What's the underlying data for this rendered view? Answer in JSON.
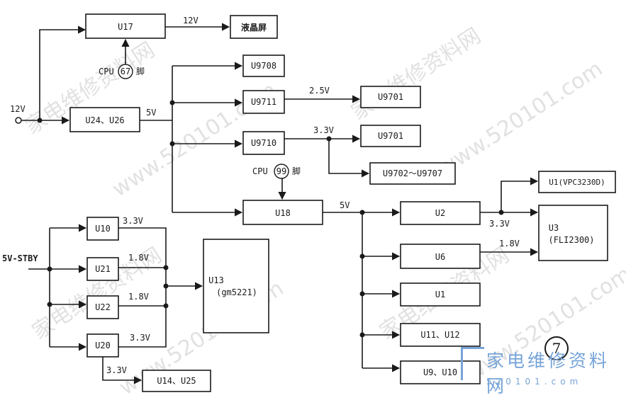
{
  "inputs": {
    "in_12v": "12V",
    "in_5v_stby": "5V-STBY"
  },
  "blocks": {
    "u17": "U17",
    "lcd": "液晶屏",
    "u24_u26": "U24、U26",
    "u9708": "U9708",
    "u9711": "U9711",
    "u9701_a": "U9701",
    "u9710": "U9710",
    "u9701_b": "U9701",
    "u9702_u9707": "U9702～U9707",
    "u18": "U18",
    "u1_vpc": "U1(VPC3230D)",
    "u2": "U2",
    "u3_title": "U3",
    "u3_sub": "(FLI2300)",
    "u6": "U6",
    "u1": "U1",
    "u11_u12": "U11、U12",
    "u9_u10": "U9、U10",
    "u10": "U10",
    "u21": "U21",
    "u22": "U22",
    "u20": "U20",
    "u13_title": "U13",
    "u13_sub": "(gm5221)",
    "u14_u25": "U14、U25"
  },
  "voltages": {
    "v12_u17_out": "12V",
    "v5_u24": "5V",
    "v25_u9711": "2.5V",
    "v33_u9710": "3.3V",
    "v5_u18": "5V",
    "v33_u2": "3.3V",
    "v18_u6": "1.8V",
    "v33_u10": "3.3V",
    "v18_u21": "1.8V",
    "v18_u22": "1.8V",
    "v33_u20": "3.3V",
    "v33_u20_down": "3.3V"
  },
  "controls": {
    "cpu_prefix_a": "CPU",
    "cpu_pin_a": "67",
    "cpu_suffix_a": "脚",
    "cpu_prefix_b": "CPU",
    "cpu_pin_b": "99",
    "cpu_suffix_b": "脚"
  },
  "figure_number": "7",
  "watermarks": {
    "site_cn": "家电维修资料网",
    "site_url": "www.520101.com"
  },
  "brand": {
    "name": "家电维修资料网",
    "url": "520101.com"
  },
  "colors": {
    "ink": "#1a1a1a",
    "brand": "#77a4d8",
    "watermark": "#bdbdbd"
  }
}
